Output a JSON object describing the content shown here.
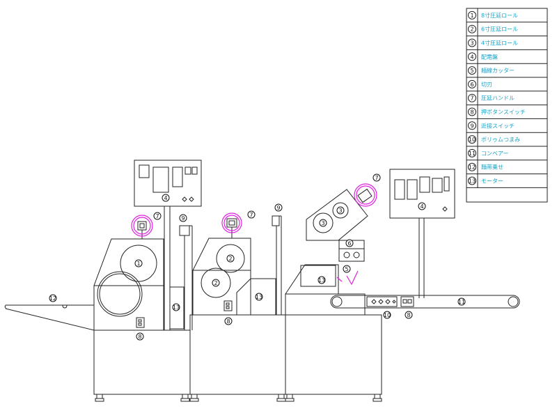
{
  "legend": {
    "items": [
      {
        "num": "1",
        "label": "8寸圧延ロール"
      },
      {
        "num": "2",
        "label": "6寸圧延ロール"
      },
      {
        "num": "3",
        "label": "4寸圧延ロール"
      },
      {
        "num": "4",
        "label": "配電盤"
      },
      {
        "num": "5",
        "label": "麺線カッター"
      },
      {
        "num": "6",
        "label": "切刃"
      },
      {
        "num": "7",
        "label": "圧延ハンドル"
      },
      {
        "num": "8",
        "label": "押ボタンスイッチ"
      },
      {
        "num": "9",
        "label": "近接スイッチ"
      },
      {
        "num": "10",
        "label": "ボリゥムつまみ"
      },
      {
        "num": "11",
        "label": "コンベアー"
      },
      {
        "num": "12",
        "label": "麺帯乗せ"
      },
      {
        "num": "13",
        "label": "モーター"
      }
    ]
  },
  "callouts": [
    {
      "id": "roll8",
      "num": "1"
    },
    {
      "id": "roll6-top",
      "num": "2"
    },
    {
      "id": "roll6-bottom",
      "num": "2"
    },
    {
      "id": "roll4-left",
      "num": "3"
    },
    {
      "id": "roll4-right",
      "num": "3"
    },
    {
      "id": "panel-left",
      "num": "4"
    },
    {
      "id": "panel-right",
      "num": "4"
    },
    {
      "id": "cutter",
      "num": "5"
    },
    {
      "id": "blade",
      "num": "6"
    },
    {
      "id": "handle-1",
      "num": "7"
    },
    {
      "id": "handle-2",
      "num": "7"
    },
    {
      "id": "handle-3",
      "num": "7"
    },
    {
      "id": "button-1",
      "num": "8"
    },
    {
      "id": "button-2",
      "num": "8"
    },
    {
      "id": "button-3",
      "num": "8"
    },
    {
      "id": "prox-1",
      "num": "9"
    },
    {
      "id": "prox-2",
      "num": "9"
    },
    {
      "id": "knob",
      "num": "10"
    },
    {
      "id": "conveyor",
      "num": "11"
    },
    {
      "id": "sheet-feed",
      "num": "12"
    },
    {
      "id": "motor-1",
      "num": "13"
    },
    {
      "id": "motor-2",
      "num": "13"
    },
    {
      "id": "motor-3",
      "num": "13"
    }
  ]
}
